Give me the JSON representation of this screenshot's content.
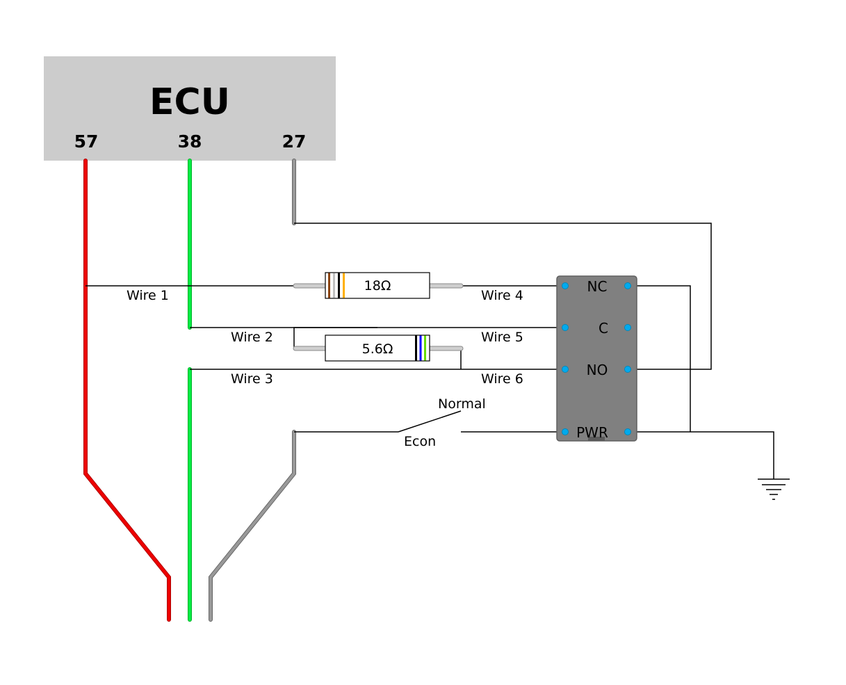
{
  "ecu": {
    "title": "ECU",
    "pins": [
      {
        "number": "57",
        "wire_color": "#e00000"
      },
      {
        "number": "38",
        "wire_color": "#00dd33"
      },
      {
        "number": "27",
        "wire_color": "#888888"
      }
    ],
    "box_color": "#cccccc"
  },
  "wires": {
    "wire1": "Wire 1",
    "wire2": "Wire 2",
    "wire3": "Wire 3",
    "wire4": "Wire 4",
    "wire5": "Wire 5",
    "wire6": "Wire 6"
  },
  "resistors": {
    "r1": {
      "value": "18Ω",
      "bands": [
        "#8b4513",
        "#c0c0c0",
        "#000000",
        "#ffb000"
      ]
    },
    "r2": {
      "value": "5.6Ω",
      "bands": [
        "#000000",
        "#0000ff",
        "#66dd00"
      ]
    }
  },
  "relay": {
    "labels": {
      "nc": "NC",
      "c": "C",
      "no": "NO",
      "pwr": "PWR"
    },
    "body_color": "#808080",
    "pin_color": "#00aaee"
  },
  "switch": {
    "normal_label": "Normal",
    "econ_label": "Econ"
  },
  "ground": {
    "symbol": "ground"
  }
}
